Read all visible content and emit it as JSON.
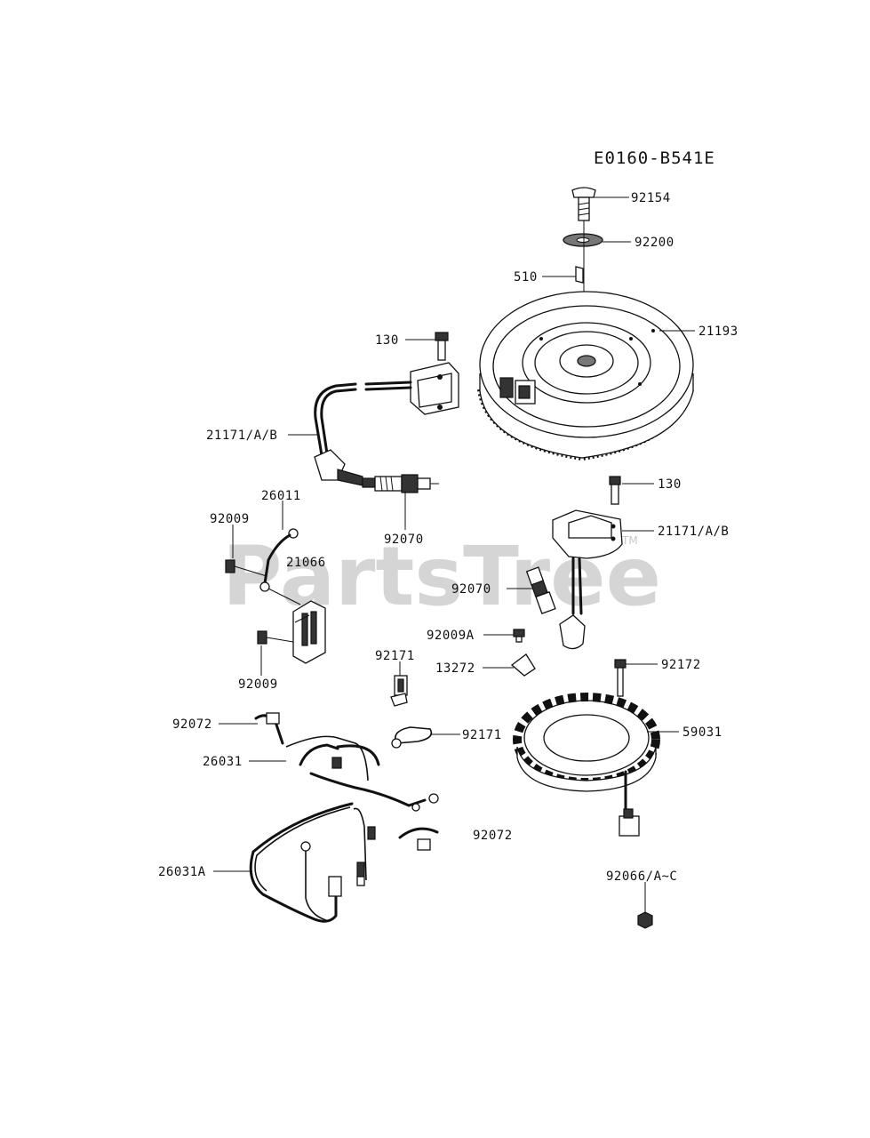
{
  "diagram_code": "E0160-B541E",
  "watermark": "PartsTree",
  "watermark_mark": "TM",
  "callouts": {
    "c92154": "92154",
    "c92200": "92200",
    "c510": "510",
    "c21193": "21193",
    "c130_top": "130",
    "c21171_left": "21171/A/B",
    "c130_right": "130",
    "c26011": "26011",
    "c92009_top": "92009",
    "c21066": "21066",
    "c92070_left": "92070",
    "c21171_right": "21171/A/B",
    "c92070_right": "92070",
    "c92009A": "92009A",
    "c92009_bottom": "92009",
    "c92171_top": "92171",
    "c13272": "13272",
    "c92172": "92172",
    "c92072_left": "92072",
    "c92171_right": "92171",
    "c59031": "59031",
    "c26031": "26031",
    "c92072_bottom": "92072",
    "c26031A": "26031A",
    "c92066": "92066/A~C"
  }
}
